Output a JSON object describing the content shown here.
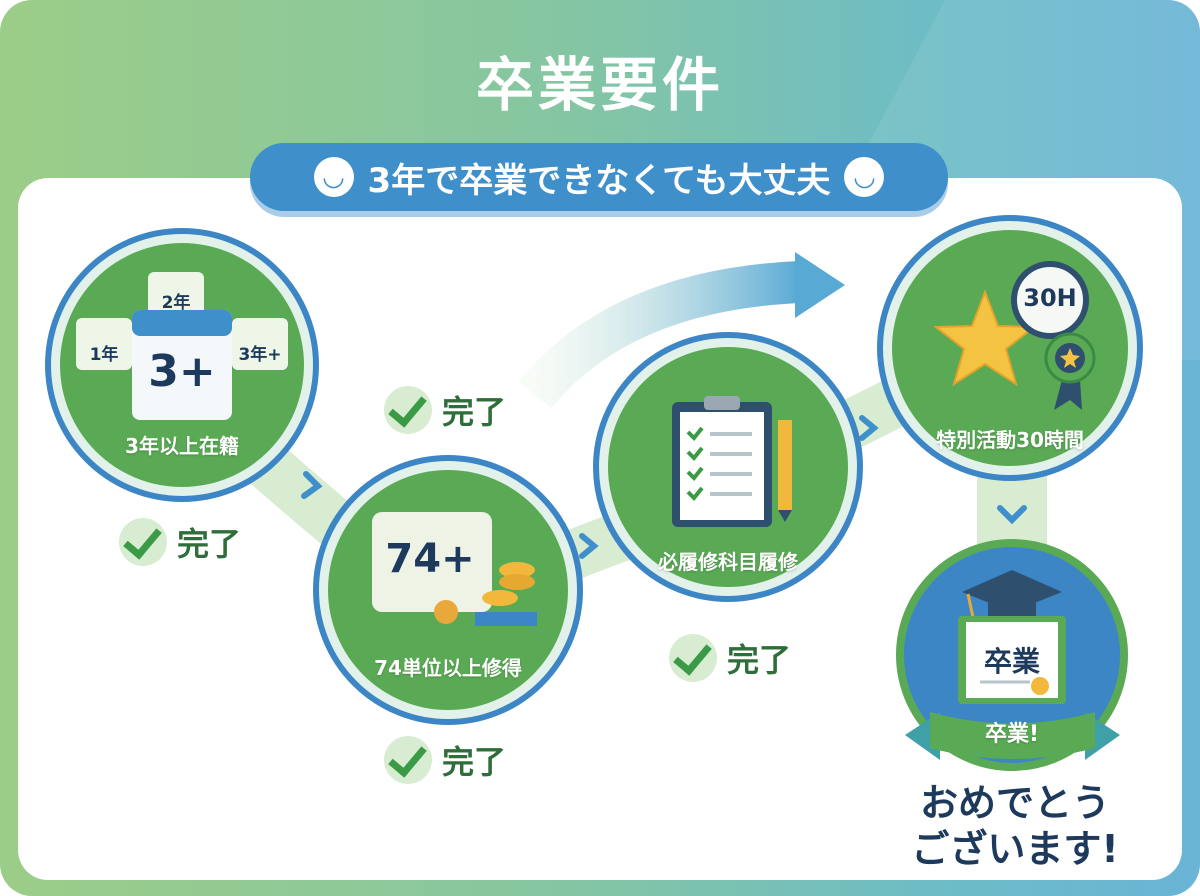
{
  "title": "卒業要件",
  "banner": {
    "text": "3年で卒業できなくても大丈夫",
    "icon": "smiley-face-icon"
  },
  "steps": [
    {
      "label": "3年以上在籍",
      "icon_text": "3+",
      "calendar_labels": [
        "1年",
        "2年",
        "3年+"
      ],
      "status": "完了"
    },
    {
      "label": "74単位以上修得",
      "icon_text": "74+",
      "status": "完了"
    },
    {
      "label": "必履修科目履修",
      "status": "完了"
    },
    {
      "label": "特別活動30時間",
      "icon_text": "30H"
    }
  ],
  "middle_status": "完了",
  "goal": {
    "diploma_text": "卒業",
    "ribbon_text": "卒業!",
    "message_line1": "おめでとう",
    "message_line2": "ございます!"
  },
  "colors": {
    "green": "#5aaa55",
    "blue": "#3f8fcb",
    "navy": "#1d3a5c",
    "check": "#3a9a45"
  }
}
